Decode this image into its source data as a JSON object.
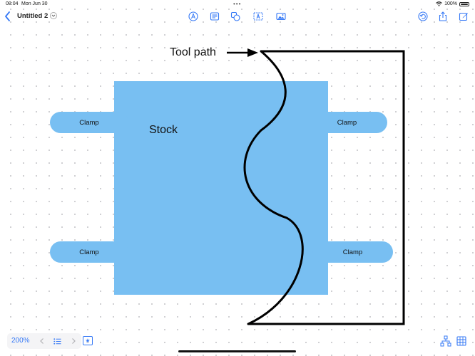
{
  "status_bar": {
    "time": "08:04",
    "date": "Mon Jun 30",
    "battery": "100%",
    "dots": "•••"
  },
  "toolbar": {
    "title": "Untitled 2",
    "accent_color": "#3478f6",
    "icons": [
      "back-chevron-icon",
      "pen-tool-icon",
      "sticky-note-icon",
      "shapes-icon",
      "text-box-icon",
      "media-icon",
      "undo-icon",
      "share-icon",
      "compose-icon"
    ]
  },
  "canvas": {
    "stock": {
      "label": "Stock",
      "color": "#78bff2"
    },
    "clamps": {
      "top_left": "Clamp",
      "top_right": "Clamp",
      "bottom_left": "Clamp",
      "bottom_right": "Clamp",
      "color": "#78bff2"
    },
    "tool_path": {
      "label": "Tool path",
      "color": "#000000"
    }
  },
  "bottom_bar": {
    "zoom": "200%",
    "star_glyph": "★"
  }
}
